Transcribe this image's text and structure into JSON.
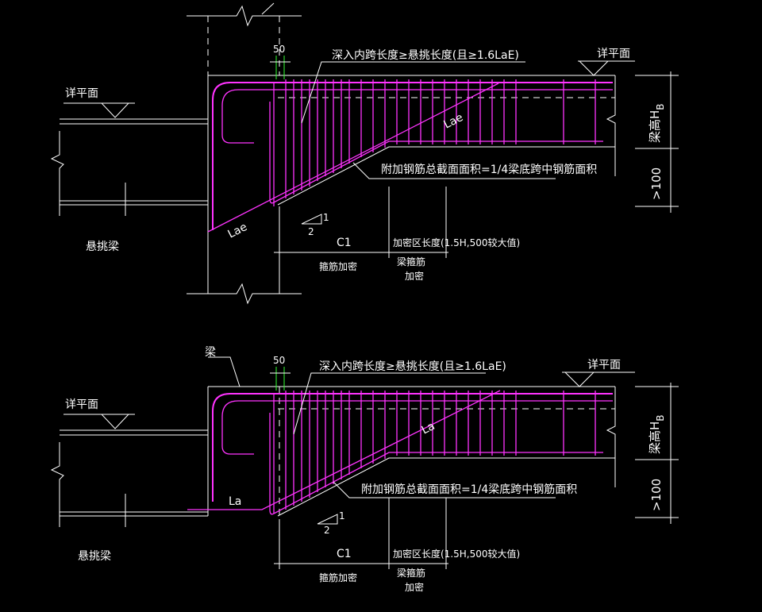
{
  "colors": {
    "background": "#000000",
    "lines": "#ffffff",
    "rebar": "#ff33ff",
    "marker": "#33ff33"
  },
  "details": [
    {
      "dim_50": "50",
      "note_embed": "深入内跨长度≥悬挑长度(且≥1.6LaE)",
      "ref_right": "详平面",
      "ref_left": "详平面",
      "beam_height": "梁高H",
      "beam_height_sub": "B",
      "min_100": ">100",
      "anchor_upper": "Lae",
      "anchor_lower": "Lae",
      "note_area": "附加钢筋总截面面积=1/4梁底跨中钢筋面积",
      "slope_1": "1",
      "slope_2": "2",
      "c1": "C1",
      "zone_length": "加密区长度(1.5H,500较大值)",
      "stirrup_dense": "箍筋加密",
      "beam_stirrup_1": "梁箍筋",
      "beam_stirrup_2": "加密",
      "cantilever_beam": "悬挑梁"
    },
    {
      "beam_label": "梁",
      "dim_50": "50",
      "note_embed": "深入内跨长度≥悬挑长度(且≥1.6LaE)",
      "ref_right": "详平面",
      "ref_left": "详平面",
      "beam_height": "梁高H",
      "beam_height_sub": "B",
      "min_100": ">100",
      "anchor_upper": "La",
      "anchor_lower": "La",
      "note_area": "附加钢筋总截面面积=1/4梁底跨中钢筋面积",
      "slope_1": "1",
      "slope_2": "2",
      "c1": "C1",
      "zone_length": "加密区长度(1.5H,500较大值)",
      "stirrup_dense": "箍筋加密",
      "beam_stirrup_1": "梁箍筋",
      "beam_stirrup_2": "加密",
      "cantilever_beam": "悬挑梁"
    }
  ]
}
